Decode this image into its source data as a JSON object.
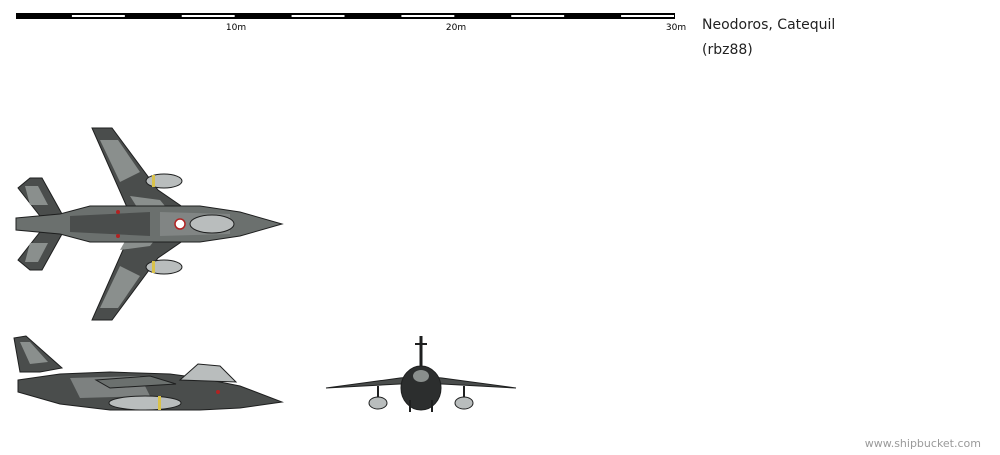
{
  "scale": {
    "labels": [
      "10m",
      "20m",
      "30m"
    ],
    "max_m": 30,
    "segments_per_10m": 4
  },
  "title": "Neodoros, Catequil",
  "author": "(rbz88)",
  "credit": "www.shipbucket.com",
  "colors": {
    "camo_dark": "#4a4d4c",
    "camo_light": "#8a8f8d",
    "camo_mid": "#6b706e",
    "outline": "#1e1f1f",
    "canopy": "#b9bdbd",
    "stripe_yellow": "#d9c24a",
    "roundel_red": "#b22222"
  }
}
